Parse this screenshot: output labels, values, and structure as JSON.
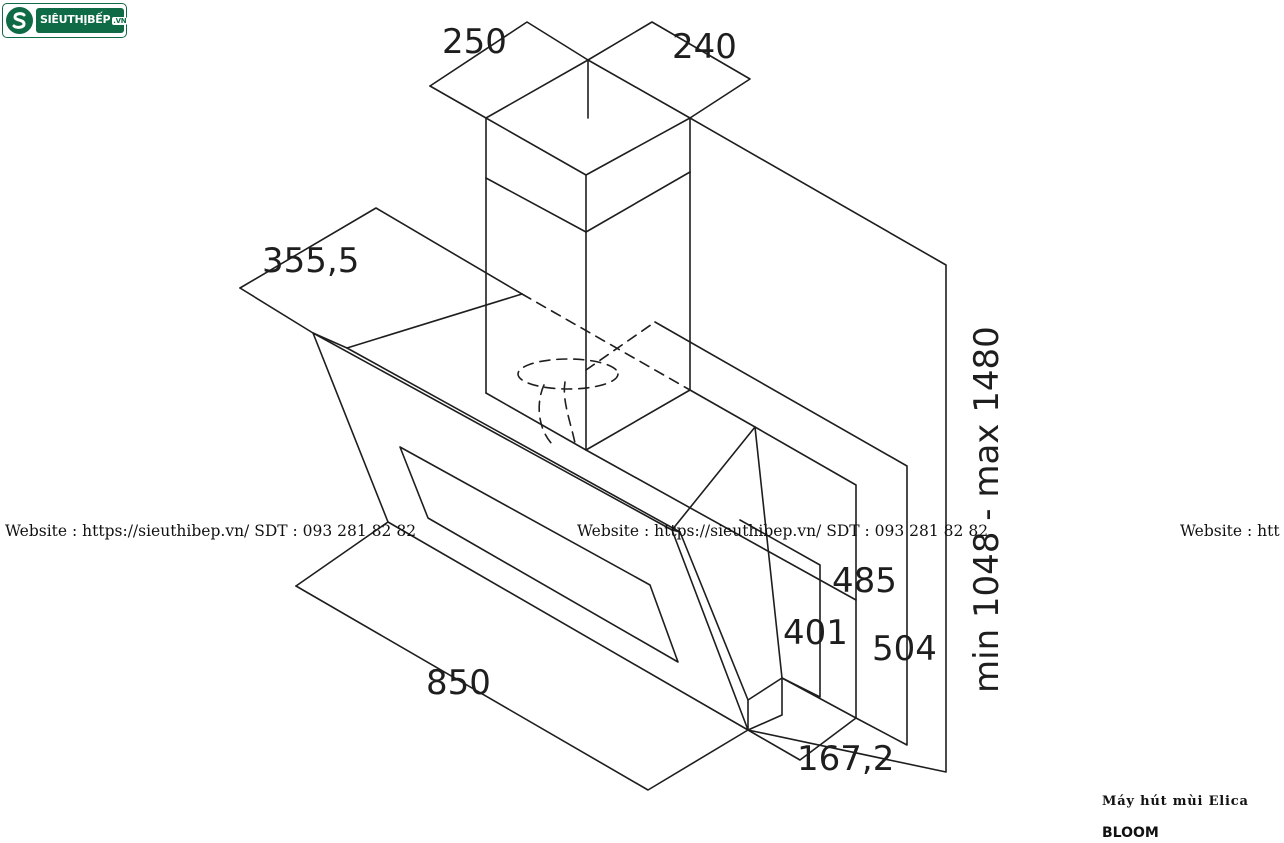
{
  "logo": {
    "name": "SIÊUTHỊBẾP",
    "tld": ".VN",
    "color": "#0f6b46"
  },
  "dimensions": {
    "chimney_width": "250",
    "chimney_depth": "240",
    "top_depth": "355,5",
    "body_width": "850",
    "total_height": "min 1048 - max 1480",
    "height_504": "504",
    "height_485": "485",
    "height_401": "401",
    "bottom_depth": "167,2"
  },
  "watermark": {
    "left": "Website : https://sieuthibep.vn/     SDT : 093 281 82 82",
    "middle": "Website : https://sieuthibep.vn/ SDT : 093 281 82 82",
    "right": "Website : htt"
  },
  "caption": {
    "product": "Máy hút mùi Elica",
    "model": "BLOOM"
  }
}
